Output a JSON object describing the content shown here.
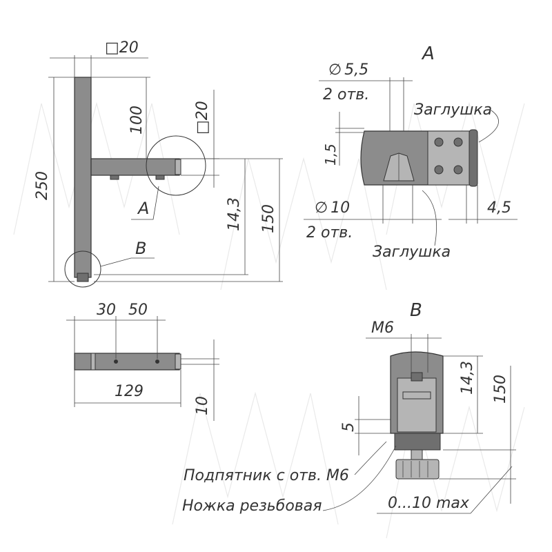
{
  "main_view": {
    "dim_square_top": "20",
    "dim_100": "100",
    "dim_250": "250",
    "dim_square_arm": "20",
    "dim_143": "14,3",
    "dim_150": "150",
    "callout_a": "A",
    "callout_b": "B"
  },
  "detail_a": {
    "title": "A",
    "dia_small": "5,5",
    "dia_small_note": "2 отв.",
    "dim_15": "1,5",
    "plug_top": "Заглушка",
    "dia_big": "10",
    "dia_big_note": "2 отв.",
    "dim_45": "4,5",
    "plug_bottom": "Заглушка"
  },
  "arm_view": {
    "dim_30": "30",
    "dim_50": "50",
    "dim_129": "129",
    "dim_10": "10"
  },
  "detail_b": {
    "title": "B",
    "dim_m6": "M6",
    "dim_143": "14,3",
    "dim_150": "150",
    "dim_5": "5",
    "glide_label": "Подпятник с отв. М6",
    "leg_label": "Ножка резьбовая",
    "dim_range": "0...10 max"
  },
  "symbols": {
    "diameter": "∅",
    "square": "□"
  }
}
